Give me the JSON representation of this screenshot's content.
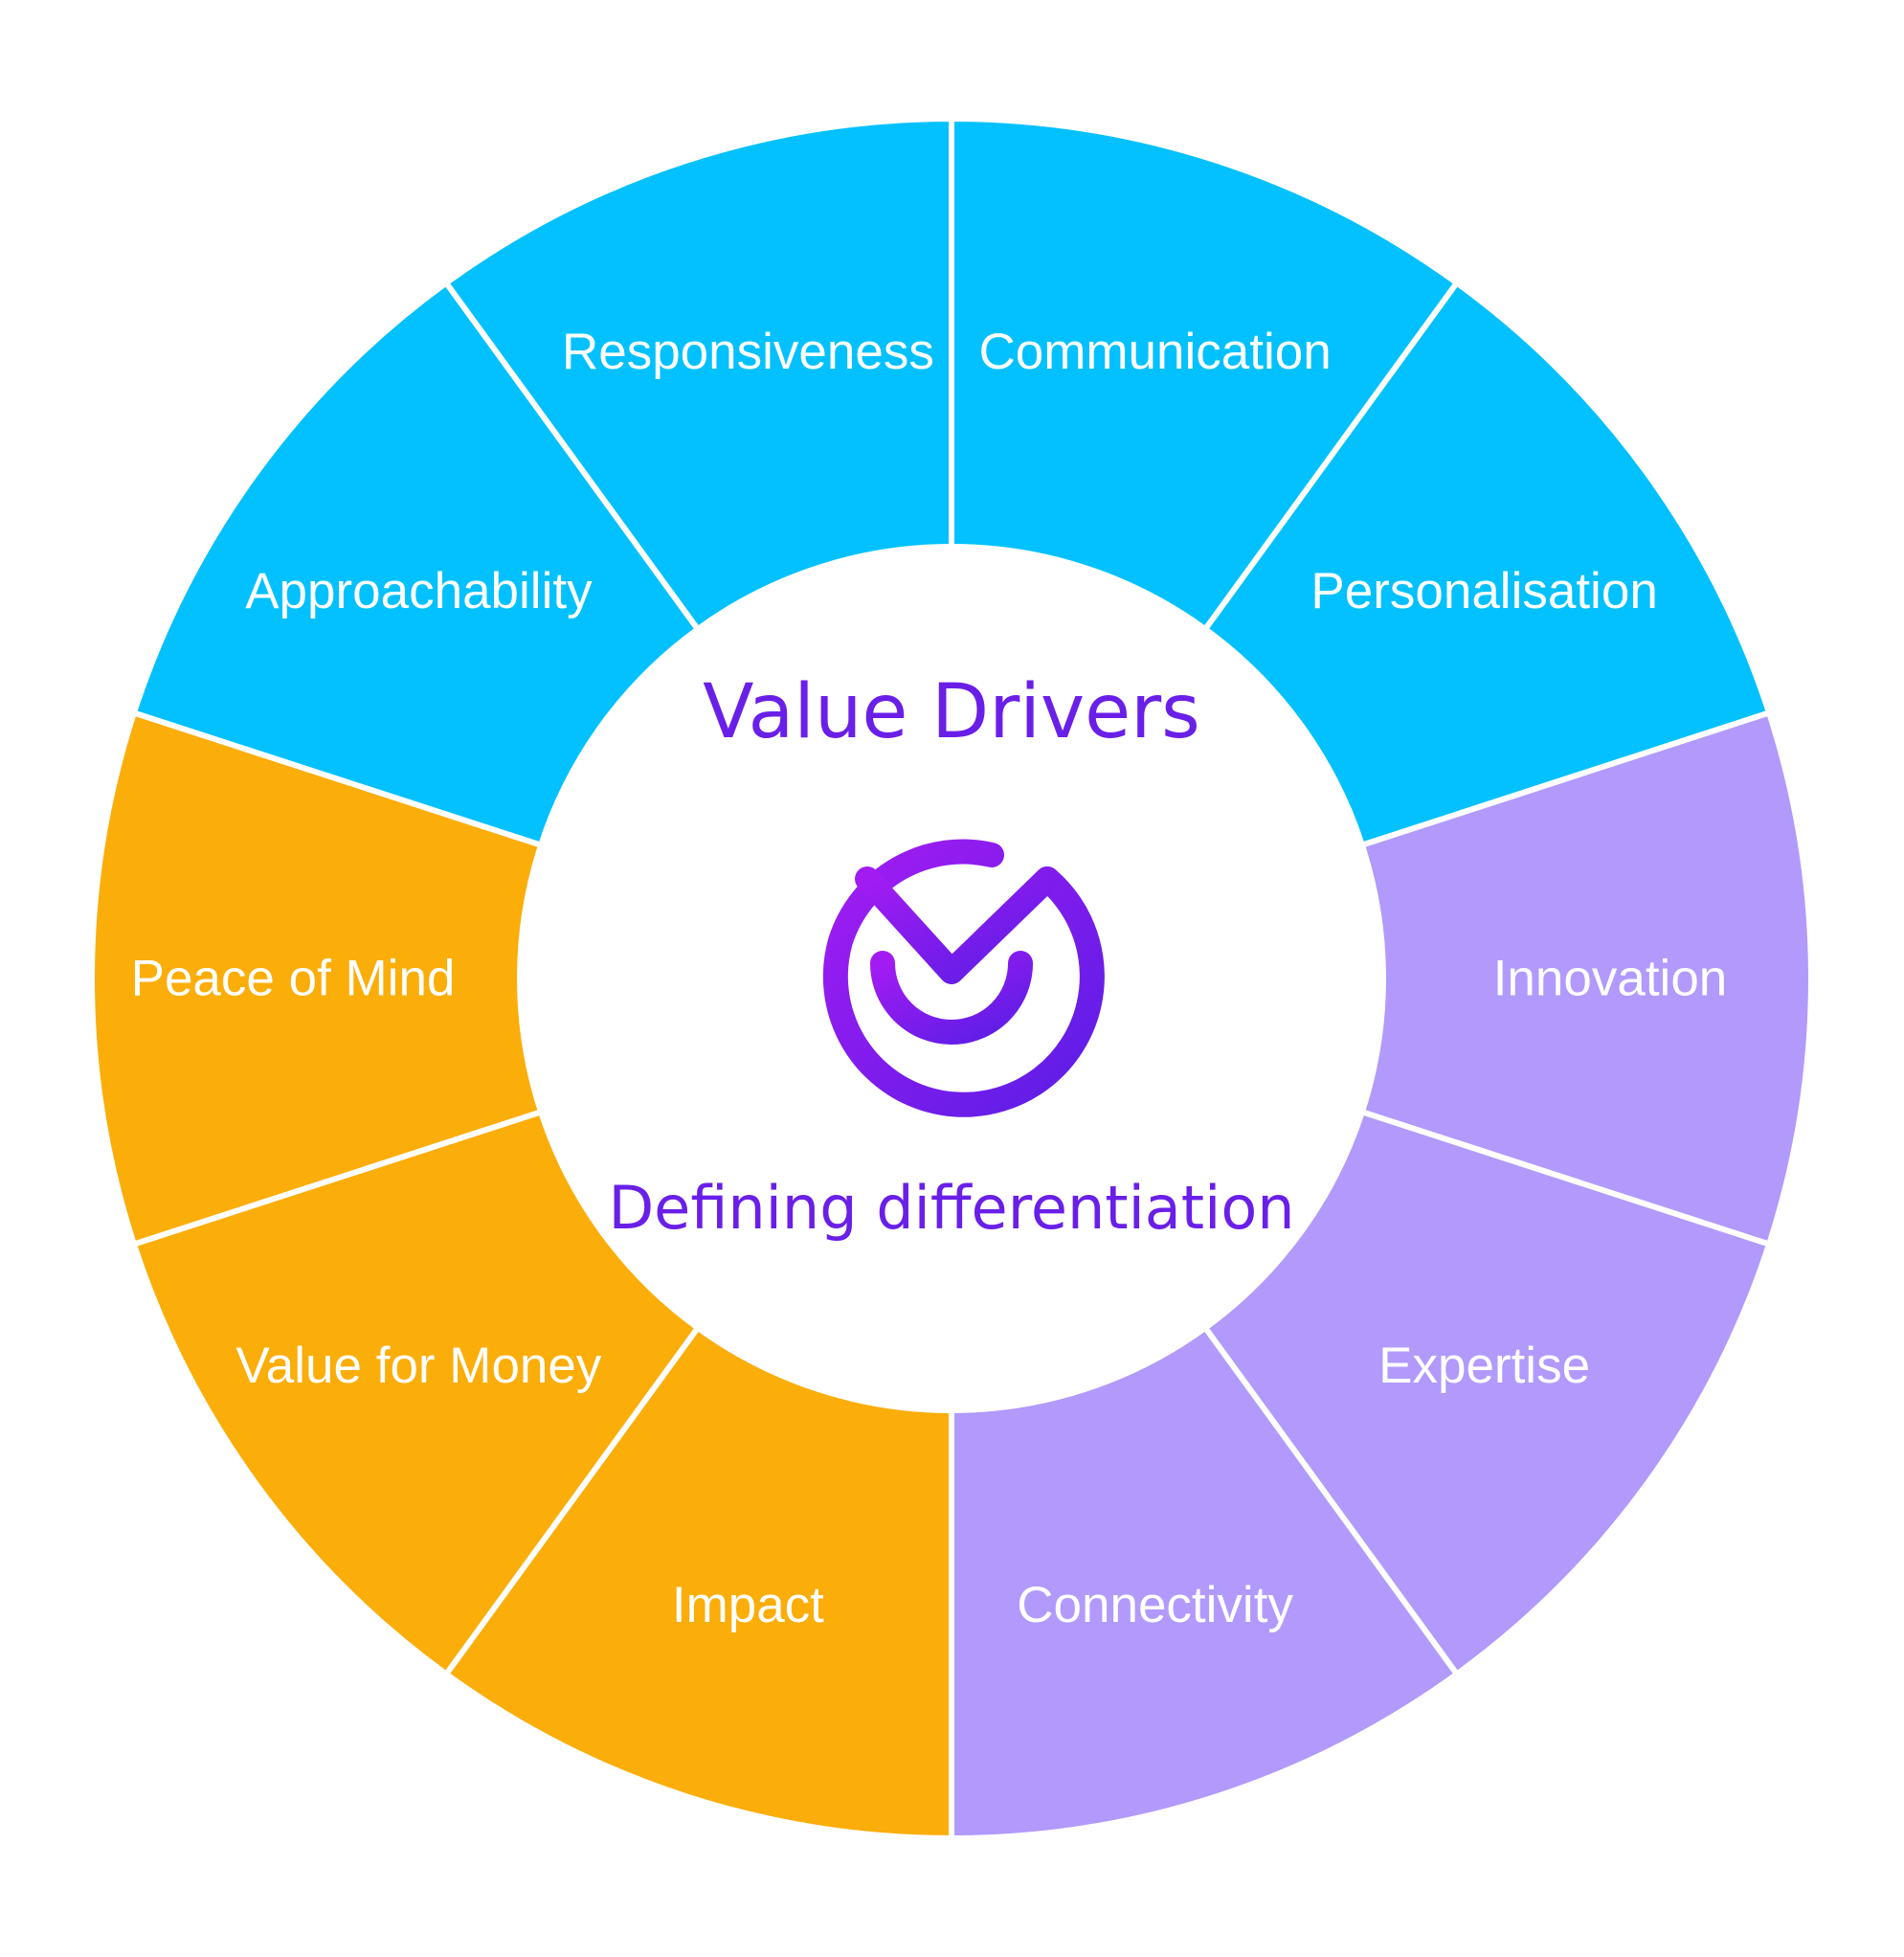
{
  "title": "Value Drivers",
  "subtitle": "Defining differentiation",
  "logo": {
    "icon": "brand-logo-icon",
    "gradient_start": "#a21cf2",
    "gradient_end": "#5b1de6"
  },
  "colors": {
    "blue": "#02c1fe",
    "purple": "#b19afc",
    "orange": "#fbad09",
    "divider": "#ffffff",
    "center_text": "#6a1fe8"
  },
  "segments": [
    {
      "label": "Communication",
      "group": "blue"
    },
    {
      "label": "Personalisation",
      "group": "blue"
    },
    {
      "label": "Innovation",
      "group": "purple"
    },
    {
      "label": "Expertise",
      "group": "purple"
    },
    {
      "label": "Connectivity",
      "group": "purple"
    },
    {
      "label": "Impact",
      "group": "orange"
    },
    {
      "label": "Value for Money",
      "group": "orange"
    },
    {
      "label": "Peace of Mind",
      "group": "orange"
    },
    {
      "label": "Approachability",
      "group": "blue"
    },
    {
      "label": "Responsiveness",
      "group": "blue"
    }
  ]
}
